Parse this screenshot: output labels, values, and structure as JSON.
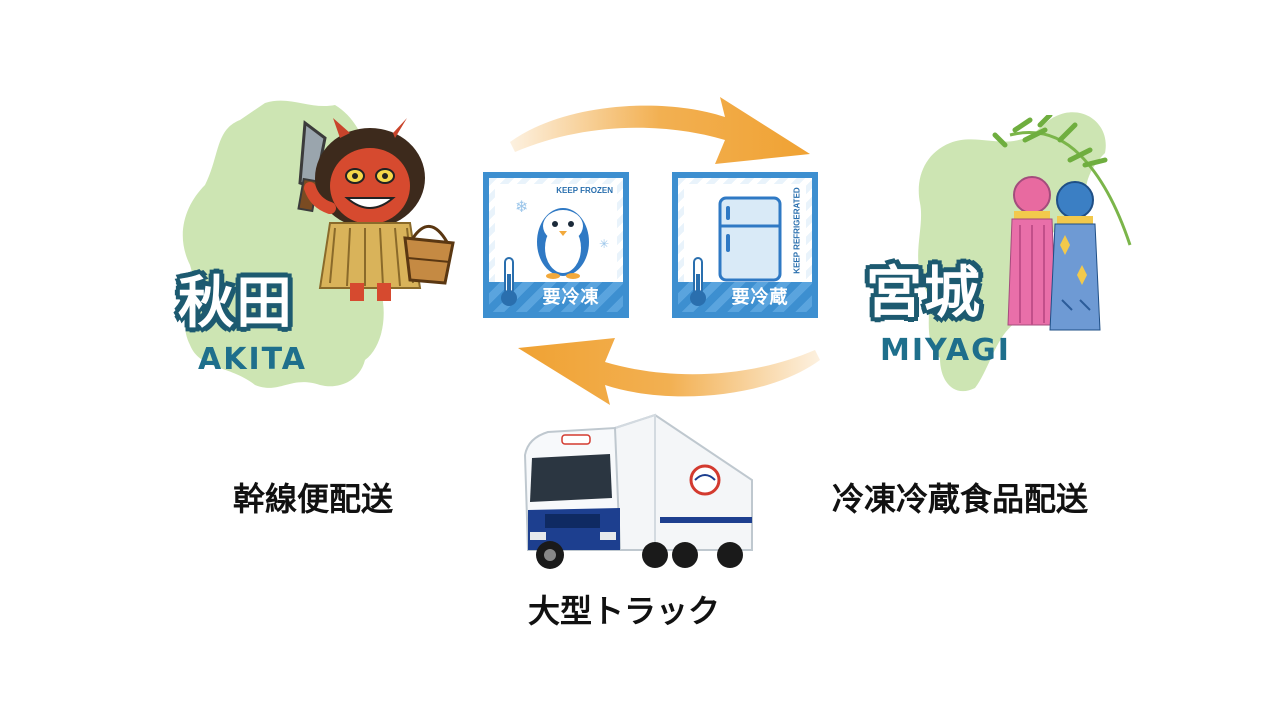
{
  "left_region": {
    "name": "秋田",
    "roman": "AKITA"
  },
  "right_region": {
    "name": "宮城",
    "roman": "MIYAGI"
  },
  "labels": {
    "frozen": {
      "keep": "KEEP FROZEN",
      "text": "要冷凍"
    },
    "refrigerated": {
      "keep": "KEEP REFRIGERATED",
      "text": "要冷蔵"
    }
  },
  "captions": {
    "left": "幹線便配送",
    "right": "冷凍冷蔵食品配送",
    "truck": "大型トラック"
  },
  "colors": {
    "map_green": "#cde5b3",
    "label_blue": "#3d8fd0",
    "arrow_orange": "#f0a233",
    "region_text_stroke": "#1d5a70"
  }
}
